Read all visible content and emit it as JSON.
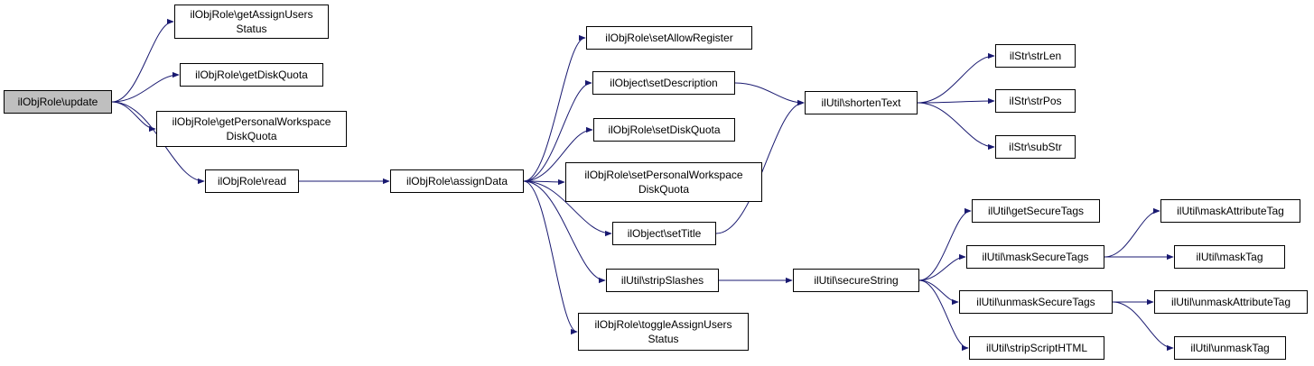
{
  "graph": {
    "edge_color": "#191970",
    "root_fill": "#bfbfbf",
    "nodes": [
      {
        "id": "update",
        "lines": [
          "ilObjRole\\update"
        ],
        "root": true
      },
      {
        "id": "getAssignUsersStatus",
        "lines": [
          "ilObjRole\\getAssignUsers",
          "Status"
        ]
      },
      {
        "id": "getDiskQuota",
        "lines": [
          "ilObjRole\\getDiskQuota"
        ]
      },
      {
        "id": "getPersonalWorkspaceDiskQuota",
        "lines": [
          "ilObjRole\\getPersonalWorkspace",
          "DiskQuota"
        ]
      },
      {
        "id": "read",
        "lines": [
          "ilObjRole\\read"
        ]
      },
      {
        "id": "assignData",
        "lines": [
          "ilObjRole\\assignData"
        ]
      },
      {
        "id": "setAllowRegister",
        "lines": [
          "ilObjRole\\setAllowRegister"
        ]
      },
      {
        "id": "setDescription",
        "lines": [
          "ilObject\\setDescription"
        ]
      },
      {
        "id": "setDiskQuota",
        "lines": [
          "ilObjRole\\setDiskQuota"
        ]
      },
      {
        "id": "setPersonalWorkspaceDiskQuota",
        "lines": [
          "ilObjRole\\setPersonalWorkspace",
          "DiskQuota"
        ]
      },
      {
        "id": "setTitle",
        "lines": [
          "ilObject\\setTitle"
        ]
      },
      {
        "id": "stripSlashes",
        "lines": [
          "ilUtil\\stripSlashes"
        ]
      },
      {
        "id": "toggleAssignUsersStatus",
        "lines": [
          "ilObjRole\\toggleAssignUsers",
          "Status"
        ]
      },
      {
        "id": "shortenText",
        "lines": [
          "ilUtil\\shortenText"
        ]
      },
      {
        "id": "secureString",
        "lines": [
          "ilUtil\\secureString"
        ]
      },
      {
        "id": "strLen",
        "lines": [
          "ilStr\\strLen"
        ]
      },
      {
        "id": "strPos",
        "lines": [
          "ilStr\\strPos"
        ]
      },
      {
        "id": "subStr",
        "lines": [
          "ilStr\\subStr"
        ]
      },
      {
        "id": "getSecureTags",
        "lines": [
          "ilUtil\\getSecureTags"
        ]
      },
      {
        "id": "maskSecureTags",
        "lines": [
          "ilUtil\\maskSecureTags"
        ]
      },
      {
        "id": "unmaskSecureTags",
        "lines": [
          "ilUtil\\unmaskSecureTags"
        ]
      },
      {
        "id": "stripScriptHTML",
        "lines": [
          "ilUtil\\stripScriptHTML"
        ]
      },
      {
        "id": "maskAttributeTag",
        "lines": [
          "ilUtil\\maskAttributeTag"
        ]
      },
      {
        "id": "maskTag",
        "lines": [
          "ilUtil\\maskTag"
        ]
      },
      {
        "id": "unmaskAttributeTag",
        "lines": [
          "ilUtil\\unmaskAttributeTag"
        ]
      },
      {
        "id": "unmaskTag",
        "lines": [
          "ilUtil\\unmaskTag"
        ]
      }
    ],
    "edges": [
      [
        "update",
        "getAssignUsersStatus"
      ],
      [
        "update",
        "getDiskQuota"
      ],
      [
        "update",
        "getPersonalWorkspaceDiskQuota"
      ],
      [
        "update",
        "read"
      ],
      [
        "read",
        "assignData"
      ],
      [
        "assignData",
        "setAllowRegister"
      ],
      [
        "assignData",
        "setDescription"
      ],
      [
        "assignData",
        "setDiskQuota"
      ],
      [
        "assignData",
        "setPersonalWorkspaceDiskQuota"
      ],
      [
        "assignData",
        "setTitle"
      ],
      [
        "assignData",
        "stripSlashes"
      ],
      [
        "assignData",
        "toggleAssignUsersStatus"
      ],
      [
        "setDescription",
        "shortenText"
      ],
      [
        "setTitle",
        "shortenText"
      ],
      [
        "shortenText",
        "strLen"
      ],
      [
        "shortenText",
        "strPos"
      ],
      [
        "shortenText",
        "subStr"
      ],
      [
        "stripSlashes",
        "secureString"
      ],
      [
        "secureString",
        "getSecureTags"
      ],
      [
        "secureString",
        "maskSecureTags"
      ],
      [
        "secureString",
        "unmaskSecureTags"
      ],
      [
        "secureString",
        "stripScriptHTML"
      ],
      [
        "maskSecureTags",
        "maskAttributeTag"
      ],
      [
        "maskSecureTags",
        "maskTag"
      ],
      [
        "unmaskSecureTags",
        "unmaskAttributeTag"
      ],
      [
        "unmaskSecureTags",
        "unmaskTag"
      ]
    ]
  }
}
